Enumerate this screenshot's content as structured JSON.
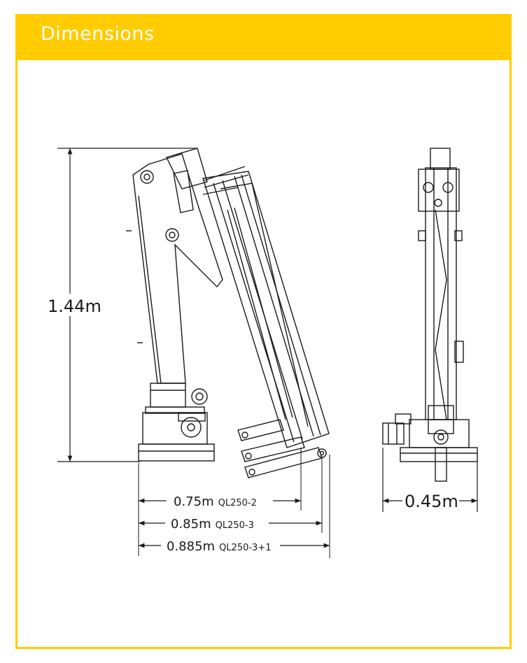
{
  "header": {
    "title": "Dimensions"
  },
  "colors": {
    "accent": "#FFCC00",
    "line": "#1a1a1a",
    "background": "#ffffff"
  },
  "dimensions": {
    "height": "1.44m",
    "width": "0.45m",
    "reach": [
      {
        "value": "0.75m",
        "model": "QL250-2"
      },
      {
        "value": "0.85m",
        "model": "QL250-3"
      },
      {
        "value": "0.885m",
        "model": "QL250-3+1"
      }
    ]
  }
}
